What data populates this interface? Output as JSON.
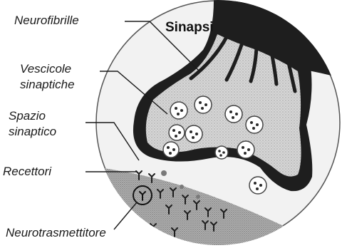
{
  "diagram": {
    "title": "Sinapsi",
    "labels": {
      "neurofibrille": "Neurofibrille",
      "vescicole_line1": "Vescicole",
      "vescicole_line2": "sinaptiche",
      "spazio_line1": "Spazio",
      "spazio_line2": "sinaptico",
      "recettori": "Recettori",
      "neurotrasmettitore": "Neurotrasmettitore"
    },
    "colors": {
      "terminal_outline": "#1e1e1e",
      "cytoplasm": "#c9c9c9",
      "membrane": "#b0b0b0",
      "vesicle_fill": "#ffffff",
      "dots": "#2a2a2a"
    }
  }
}
